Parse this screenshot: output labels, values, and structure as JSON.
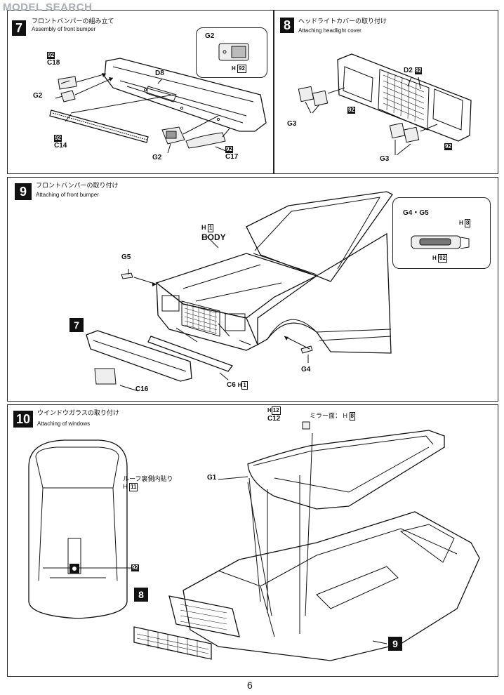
{
  "watermark": "MODEL SEARCH",
  "page_number": "6",
  "steps": [
    {
      "num": "7",
      "title_jp": "フロントバンパーの組み立て",
      "title_en": "Assembly of  front bumper"
    },
    {
      "num": "8",
      "title_jp": "ヘッドライトカバーの取り付け",
      "title_en": "Attaching headlight cover"
    },
    {
      "num": "9",
      "title_jp": "フロントバンパーの取り付け",
      "title_en": "Attaching of front bumper"
    },
    {
      "num": "10",
      "title_jp": "ウインドウガラスの取り付け",
      "title_en": "Attaching of windows"
    }
  ],
  "step7": {
    "callout_title": "G2",
    "callout_paint": "92",
    "labels": {
      "c18": "C18",
      "g2a": "G2",
      "d8": "D8",
      "c14": "C14",
      "g2b": "G2",
      "c17": "C17"
    },
    "paint": "92"
  },
  "step8": {
    "labels": {
      "d2": "D2",
      "g3a": "G3",
      "g3b": "G3"
    },
    "paint": "92"
  },
  "step9": {
    "body_paint": "1",
    "body_label": "BODY",
    "g5": "G5",
    "g4": "G4",
    "c16": "C16",
    "c6": "C6",
    "c6_paint": "1",
    "ref_step": "7",
    "callout_title": "G4・G5",
    "callout_paint_a": "8",
    "callout_paint_b": "92"
  },
  "step10": {
    "c12": "C12",
    "c12_paint": "12",
    "mirror_jp": "ミラー面：",
    "mirror_paint": "8",
    "g1": "G1",
    "roof_jp": "ルーフ裏側内貼り",
    "roof_paint": "11",
    "paint_92": "92",
    "ref_8": "8",
    "ref_9": "9"
  },
  "h": "H"
}
